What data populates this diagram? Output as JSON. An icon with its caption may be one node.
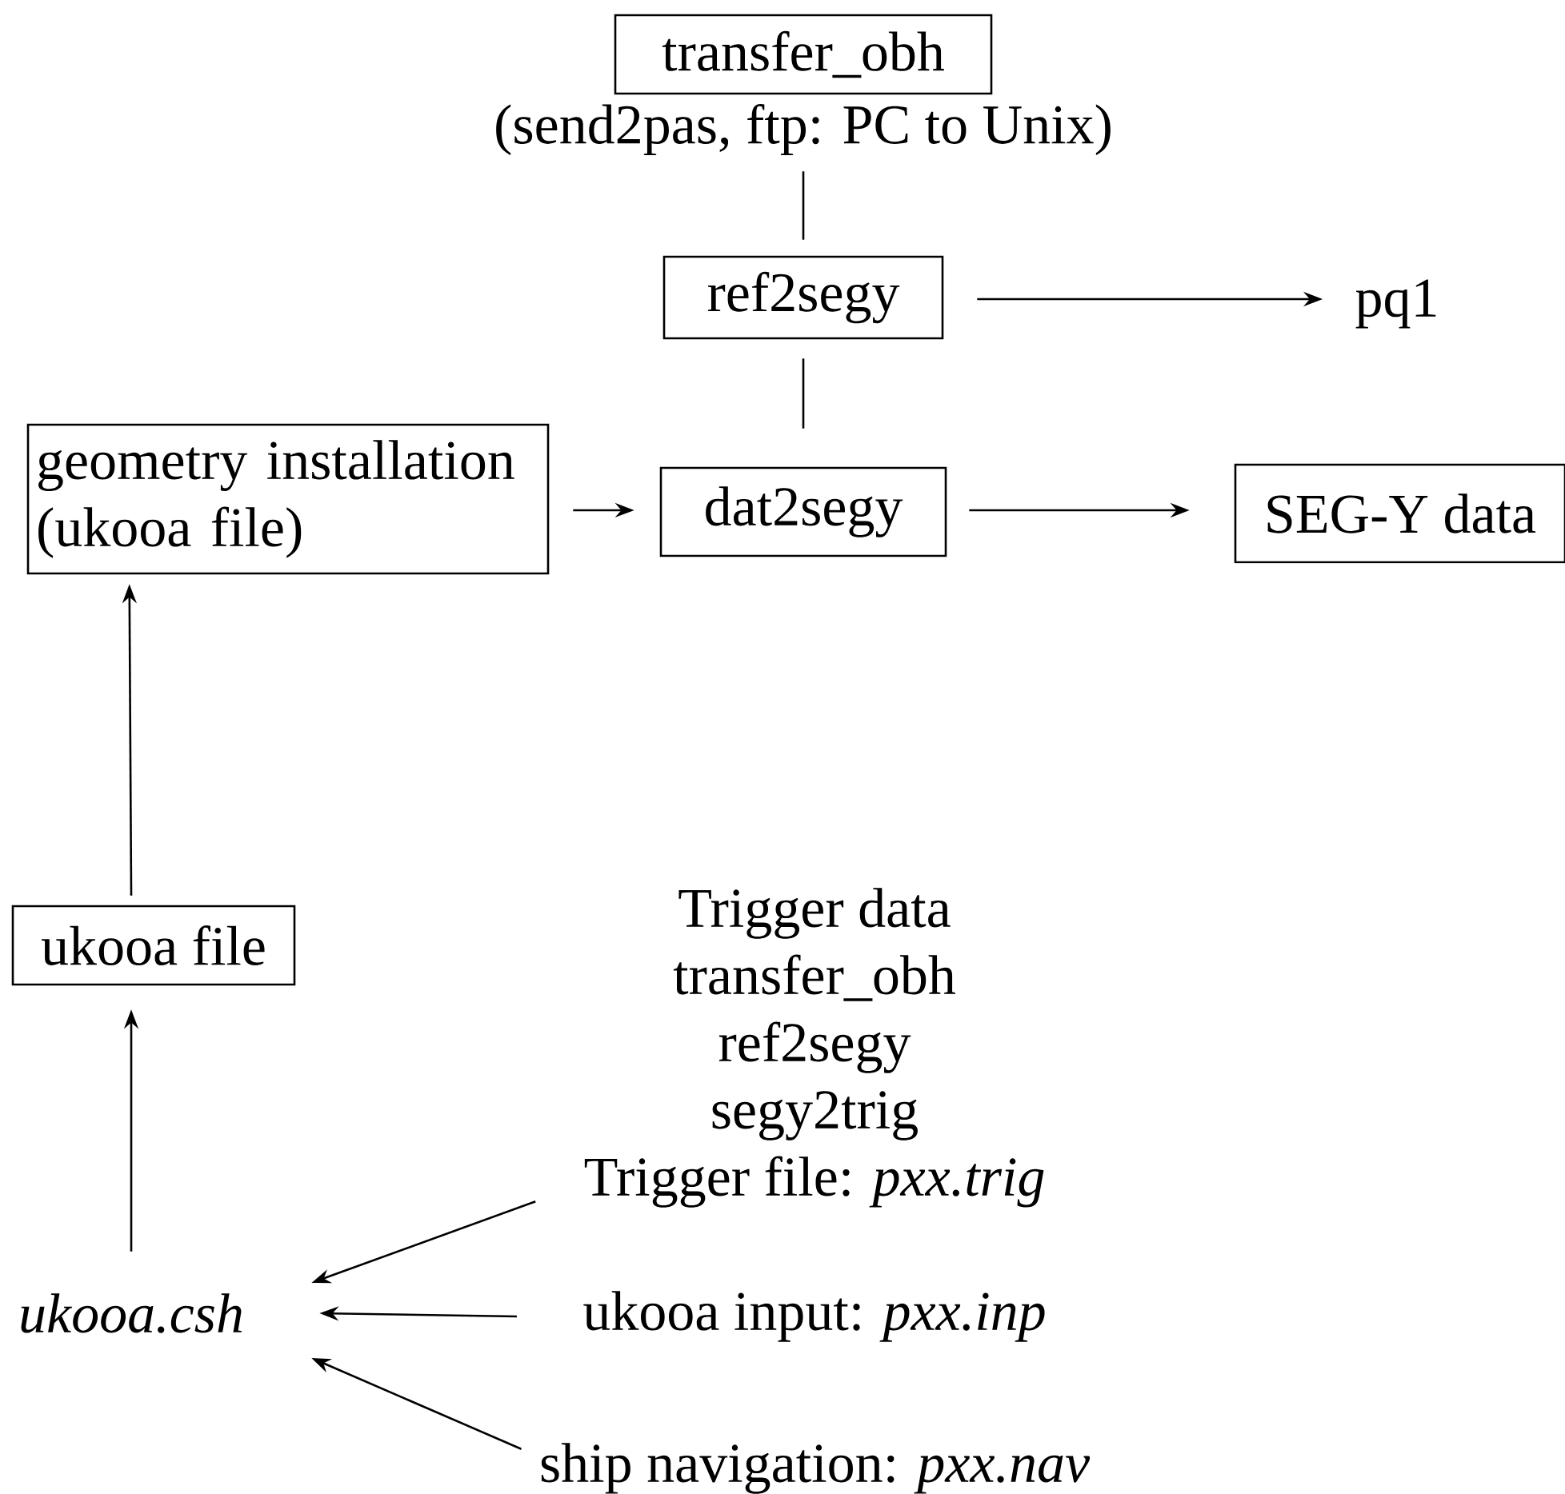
{
  "diagram": {
    "nodes": [
      {
        "text": [
          "transfer_obh"
        ],
        "beside": [
          "(send2pas, ftp: PC to Unix)"
        ]
      },
      {
        "text": [
          "ref2segy"
        ]
      },
      {
        "text": [
          "pq1"
        ]
      },
      {
        "text": [
          "geometry installation (ukooa file)"
        ]
      },
      {
        "text": [
          "dat2segy"
        ]
      },
      {
        "text": [
          "SEG-Y data"
        ]
      },
      {
        "text": [
          "ukooa file"
        ]
      },
      {
        "text": [
          "*ukooa.csh*"
        ]
      },
      {
        "text": [
          "Trigger data",
          "transfer_obh",
          "ref2segy",
          "segy2trig",
          "Trigger file: *pxx.trig*"
        ]
      },
      {
        "text": [
          "ukooa input: *pxx.inp*"
        ]
      },
      {
        "text": [
          "ship navigation: *pxx.nav*"
        ]
      }
    ],
    "edges": [
      {
        "from": 0,
        "to": 1,
        "arrow": "none"
      },
      {
        "from": 1,
        "to": 4,
        "arrow": "none"
      },
      {
        "from": 1,
        "to": 2,
        "arrow": "to"
      },
      {
        "from": 3,
        "to": 4,
        "arrow": "to"
      },
      {
        "from": 4,
        "to": 5,
        "arrow": "to"
      },
      {
        "from": 6,
        "to": 3,
        "arrow": "to"
      },
      {
        "from": 7,
        "to": 6,
        "arrow": "to"
      },
      {
        "from": 8,
        "to": 7,
        "arrow": "to"
      },
      {
        "from": 9,
        "to": 7,
        "arrow": "to"
      },
      {
        "from": 10,
        "to": 7,
        "arrow": "to"
      }
    ]
  }
}
